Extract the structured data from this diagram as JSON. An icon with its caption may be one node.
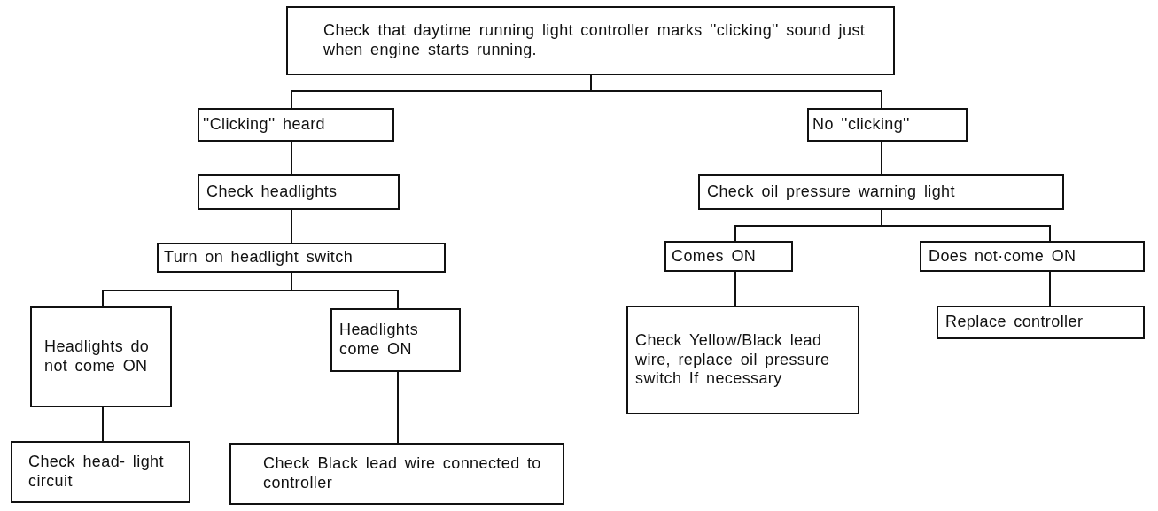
{
  "diagram": {
    "nodes": [
      {
        "text": [
          "Check that daytime running light controller marks ''clicking'' sound just when engine starts running."
        ]
      },
      {
        "text": [
          "''Clicking'' heard"
        ]
      },
      {
        "text": [
          "No ''clicking''"
        ]
      },
      {
        "text": [
          "Check headlights"
        ]
      },
      {
        "text": [
          "Check oil pressure warning light"
        ]
      },
      {
        "text": [
          "Turn on headlight switch"
        ]
      },
      {
        "text": [
          "Headlights do not come ON"
        ]
      },
      {
        "text": [
          "Headlights come ON"
        ]
      },
      {
        "text": [
          "Comes ON"
        ]
      },
      {
        "text": [
          "Does not·come ON"
        ]
      },
      {
        "text": [
          "Check head- light circuit"
        ]
      },
      {
        "text": [
          "Check Black lead wire connected to controller"
        ]
      },
      {
        "text": [
          "Check Yellow/Black lead wire, replace oil pressure switch If necessary"
        ]
      },
      {
        "text": [
          "Replace controller"
        ]
      }
    ],
    "edges": [
      {
        "from": 0,
        "to": 1,
        "arrow": "none"
      },
      {
        "from": 0,
        "to": 2,
        "arrow": "none"
      },
      {
        "from": 1,
        "to": 3,
        "arrow": "none"
      },
      {
        "from": 3,
        "to": 5,
        "arrow": "none"
      },
      {
        "from": 5,
        "to": 6,
        "arrow": "none"
      },
      {
        "from": 5,
        "to": 7,
        "arrow": "none"
      },
      {
        "from": 6,
        "to": 10,
        "arrow": "none"
      },
      {
        "from": 7,
        "to": 11,
        "arrow": "none"
      },
      {
        "from": 2,
        "to": 4,
        "arrow": "none"
      },
      {
        "from": 4,
        "to": 8,
        "arrow": "none"
      },
      {
        "from": 4,
        "to": 9,
        "arrow": "none"
      },
      {
        "from": 8,
        "to": 12,
        "arrow": "none"
      },
      {
        "from": 9,
        "to": 13,
        "arrow": "none"
      }
    ]
  }
}
